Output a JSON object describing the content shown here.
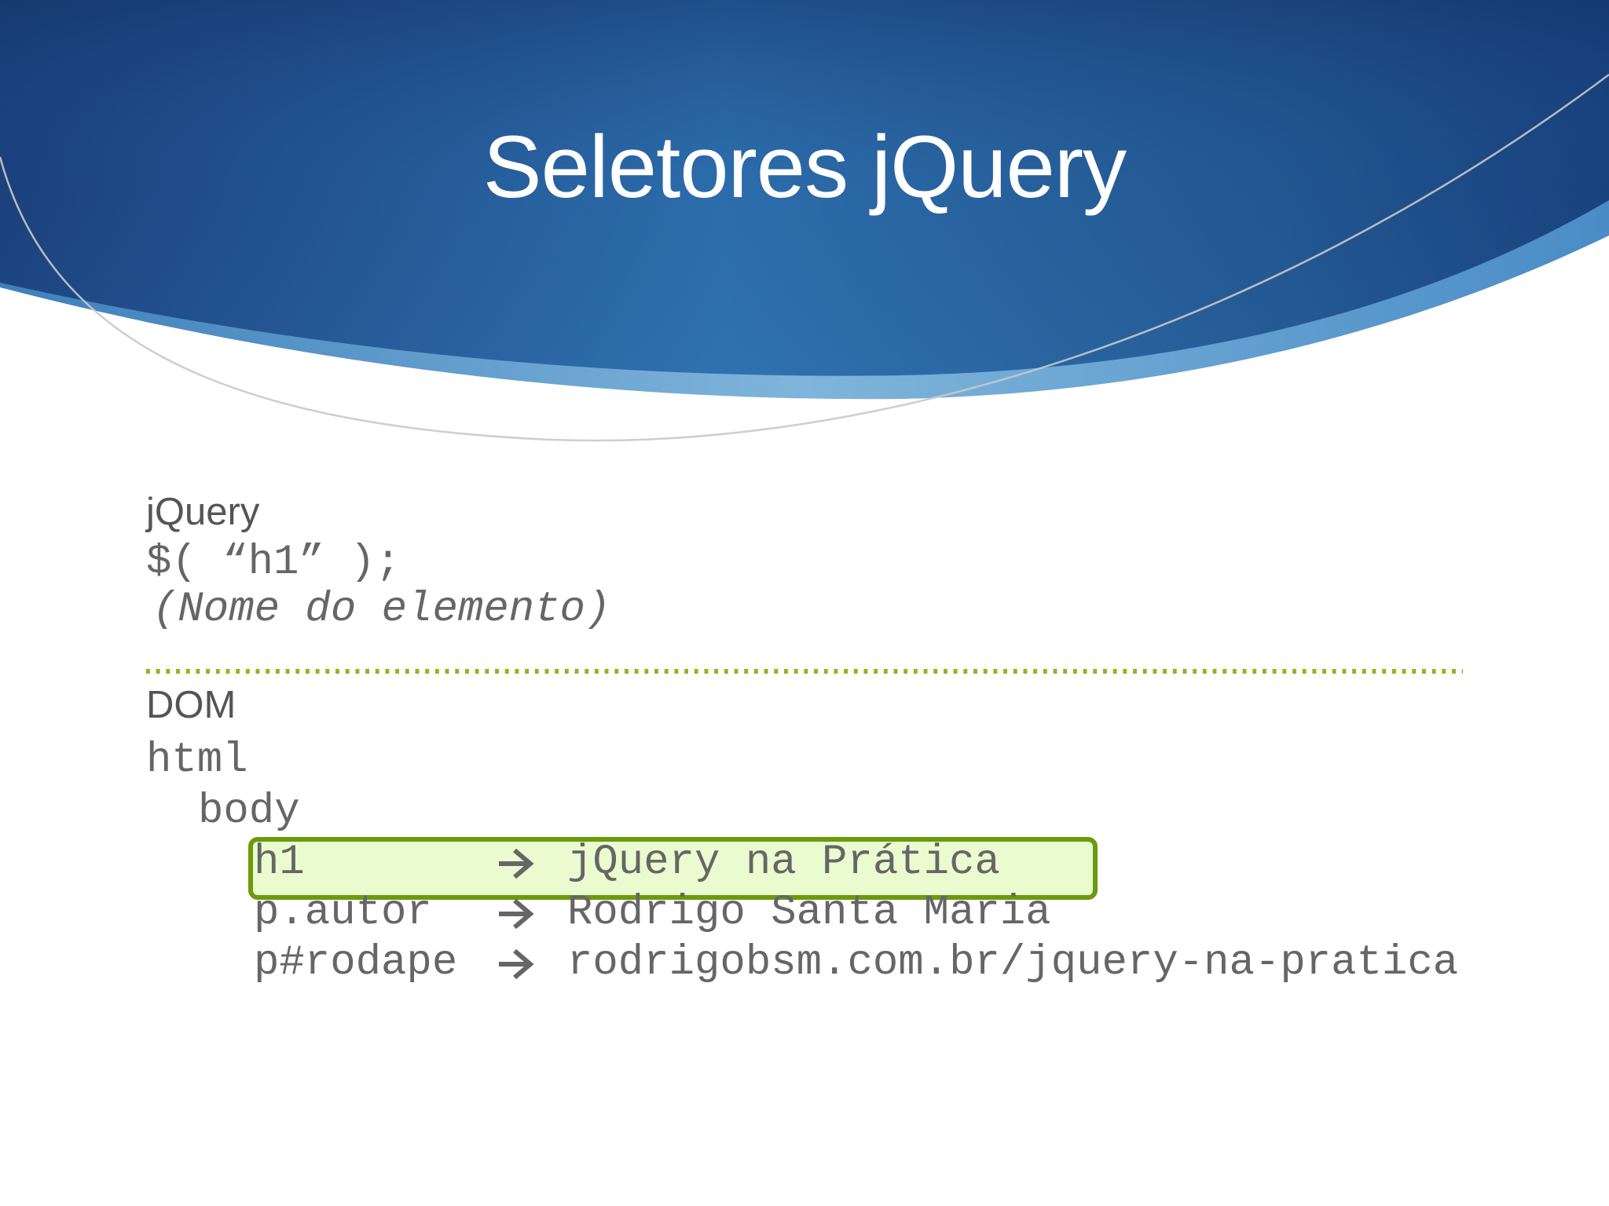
{
  "slide": {
    "title": "Seletores jQuery",
    "jquery_section": {
      "label": "jQuery",
      "code": "$( “h1” );",
      "comment": "(Nome do elemento)"
    },
    "dom_section": {
      "label": "DOM",
      "tree": {
        "root": "html",
        "child": "body",
        "rows": [
          {
            "selector": "h1",
            "arrow_icon": "arrow-right-icon",
            "value": "jQuery na Prática",
            "highlighted": true
          },
          {
            "selector": "p.autor",
            "arrow_icon": "arrow-right-icon",
            "value": "Rodrigo Santa Maria",
            "highlighted": false
          },
          {
            "selector": "p#rodape",
            "arrow_icon": "arrow-right-icon",
            "value": "rodrigobsm.com.br/jquery-na-pratica",
            "highlighted": false
          }
        ]
      }
    },
    "colors": {
      "header_dark_blue": "#1a3f7a",
      "header_mid_blue": "#2e6fae",
      "header_light_band": "#6aa6d2",
      "divider_green": "#8cb81b",
      "highlight_border": "#6b9a0c",
      "highlight_fill": "#eafbcf",
      "text_gray": "#666666"
    }
  }
}
